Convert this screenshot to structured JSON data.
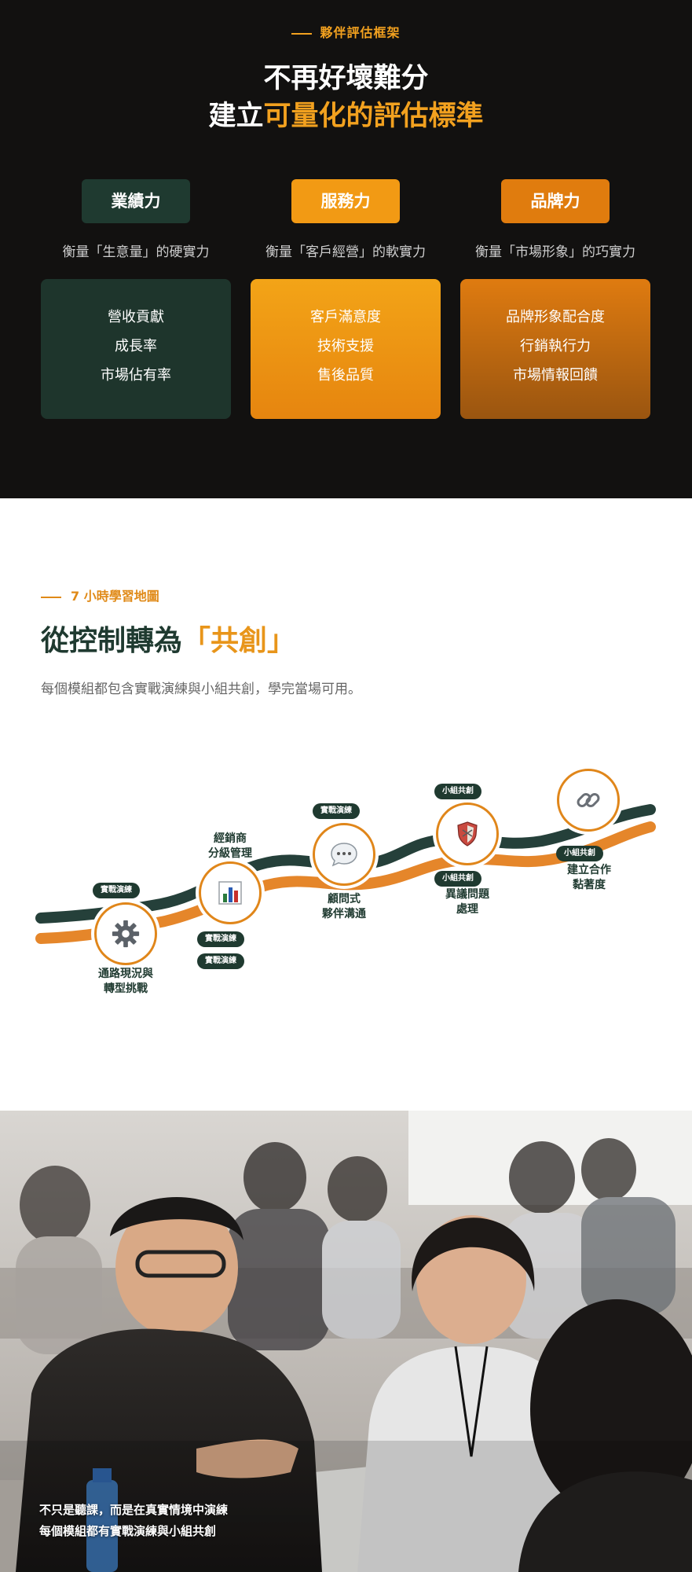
{
  "framework": {
    "kicker": "夥伴評估框架",
    "title_line1": "不再好壞難分",
    "title_line2_prefix": "建立",
    "title_line2_accent": "可量化的評估標準",
    "columns": [
      {
        "name": "業績力",
        "desc": "衡量「生意量」的硬實力",
        "items": [
          "營收貢獻",
          "成長率",
          "市場佔有率"
        ]
      },
      {
        "name": "服務力",
        "desc": "衡量「客戶經營」的軟實力",
        "items": [
          "客戶滿意度",
          "技術支援",
          "售後品質"
        ]
      },
      {
        "name": "品牌力",
        "desc": "衡量「市場形象」的巧實力",
        "items": [
          "品牌形象配合度",
          "行銷執行力",
          "市場情報回饋"
        ]
      }
    ]
  },
  "learning_map": {
    "kicker": "7 小時學習地圖",
    "title_prefix": "從控制轉為",
    "title_accent": "「共創」",
    "subtitle": "每個模組都包含實戰演練與小組共創，學完當場可用。",
    "modules": [
      {
        "tags": [
          "實戰演練"
        ],
        "label": [
          "通路現況與",
          "轉型挑戰"
        ],
        "icon": "gear-icon"
      },
      {
        "tags": [
          "實戰演練",
          "實戰演練"
        ],
        "label": [
          "經銷商",
          "分級管理"
        ],
        "icon": "bar-chart-icon"
      },
      {
        "tags": [
          "實戰演練"
        ],
        "label": [
          "顧問式",
          "夥伴溝通"
        ],
        "icon": "speech-bubble-icon"
      },
      {
        "tags": [
          "小組共創",
          "小組共創"
        ],
        "label": [
          "異議問題",
          "處理"
        ],
        "icon": "shield-icon"
      },
      {
        "tags": [
          "小組共創"
        ],
        "label": [
          "建立合作",
          "黏著度"
        ],
        "icon": "chain-link-icon"
      }
    ]
  },
  "photo": {
    "caption_line1": "不只是聽課，而是在真實情境中演練",
    "caption_line2": "每個模組都有實戰演練與小組共創"
  },
  "colors": {
    "dark_bg": "#121110",
    "green": "#1f3a30",
    "orange": "#f2a11f",
    "orange_deep": "#e0861a"
  }
}
